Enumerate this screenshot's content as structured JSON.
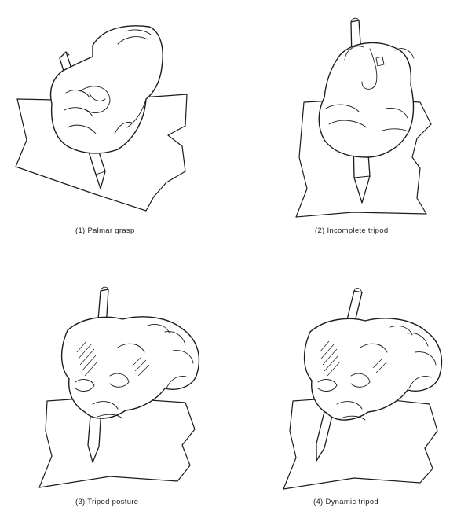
{
  "figures": [
    {
      "caption": "(1)  Palmar grasp"
    },
    {
      "caption": "(2)  Incomplete tripod"
    },
    {
      "caption": "(3)  Tripod posture"
    },
    {
      "caption": "(4)  Dynamic tripod"
    }
  ]
}
